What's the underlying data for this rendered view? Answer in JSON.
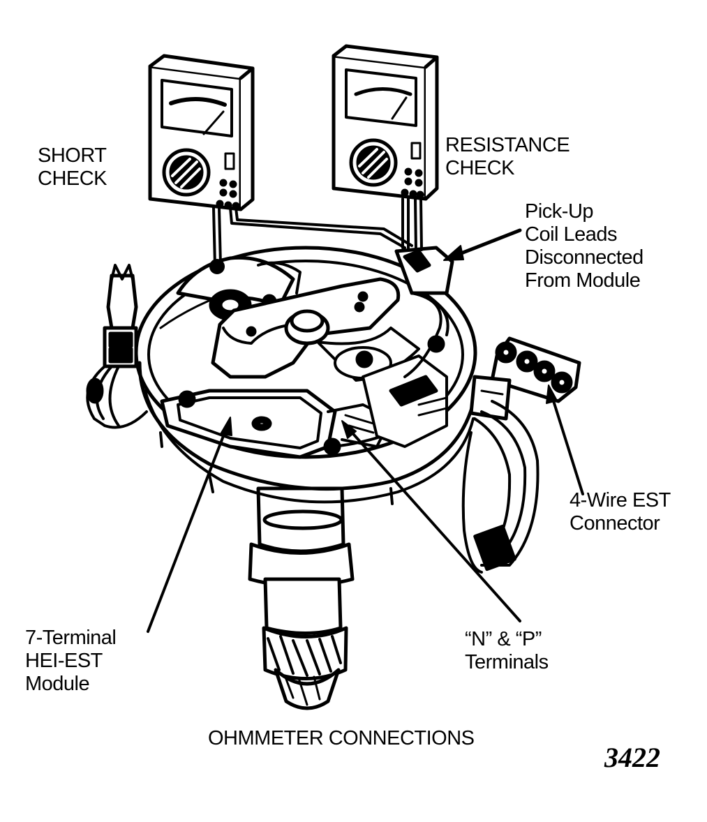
{
  "labels": {
    "short_check": [
      "SHORT",
      "CHECK"
    ],
    "resistance_check": [
      "RESISTANCE",
      "CHECK"
    ],
    "pickup_leads": [
      "Pick-Up",
      "Coil Leads",
      "Disconnected",
      "From Module"
    ],
    "est_connector": [
      "4-Wire EST",
      "Connector"
    ],
    "module": [
      "7-Terminal",
      "HEI-EST",
      "Module"
    ],
    "terminals": [
      "“N” & “P”",
      "Terminals"
    ]
  },
  "caption": "OHMMETER CONNECTIONS",
  "figure_number": "3422",
  "colors": {
    "ink": "#000000",
    "paper": "#ffffff"
  },
  "icons": [
    "ohmmeter-icon",
    "distributor-icon",
    "connector-icon"
  ]
}
